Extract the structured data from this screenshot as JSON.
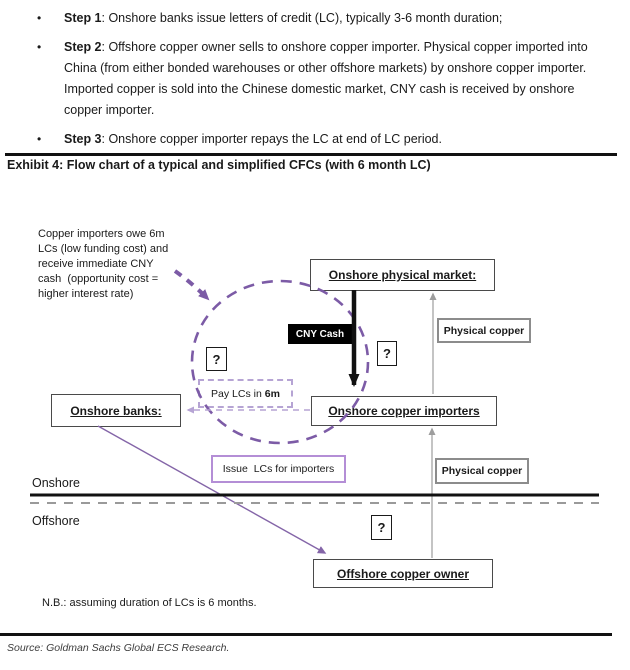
{
  "page": {
    "bullet_glyph": "•",
    "steps": [
      {
        "label": "Step 1",
        "text": ": Onshore banks issue letters of credit (LC), typically 3-6 month duration;"
      },
      {
        "label": "Step 2",
        "text": ": Offshore copper owner sells to onshore copper importer. Physical copper imported into China (from either bonded warehouses or other offshore markets) by onshore copper importer. Imported copper is sold into the Chinese domestic market, CNY cash is received by onshore copper importer."
      },
      {
        "label": "Step 3",
        "text": ": Onshore copper importer repays the LC at end of LC period."
      }
    ],
    "exhibit_title": "Exhibit 4: Flow chart of a typical and simplified CFCs (with 6 month LC)",
    "source": "Source: Goldman Sachs Global ECS Research."
  },
  "diagram": {
    "annotation_lines": [
      "Copper importers owe 6m",
      "LCs (low funding cost) and",
      "receive immediate CNY",
      "cash  (opportunity cost =",
      "higher interest rate)"
    ],
    "nodes": {
      "onshore_physical_market": "Onshore physical market:",
      "onshore_copper_importers": "Onshore copper importers",
      "onshore_banks": "Onshore banks:",
      "offshore_copper_owner": "Offshore copper owner"
    },
    "flow_labels": {
      "cny_cash": "CNY Cash",
      "physical_copper_top": "Physical copper",
      "physical_copper_bottom": "Physical copper",
      "pay_lcs_prefix": "Pay LCs in ",
      "pay_lcs_term": "6m",
      "issue_lcs": "Issue  LCs for importers",
      "placeholder_glyph": "?"
    },
    "region_labels": {
      "onshore": "Onshore",
      "offshore": "Offshore"
    },
    "note": "N.B.: assuming duration of LCs is 6 months.",
    "colors": {
      "circle_purple": "#7c5ba6",
      "light_purple": "#b6a4d4",
      "diagonal_purple": "#8465a8",
      "issue_border_purple": "#b48ed6",
      "gray_arrow": "#9d9d9d",
      "cny_bg": "#000000"
    }
  }
}
